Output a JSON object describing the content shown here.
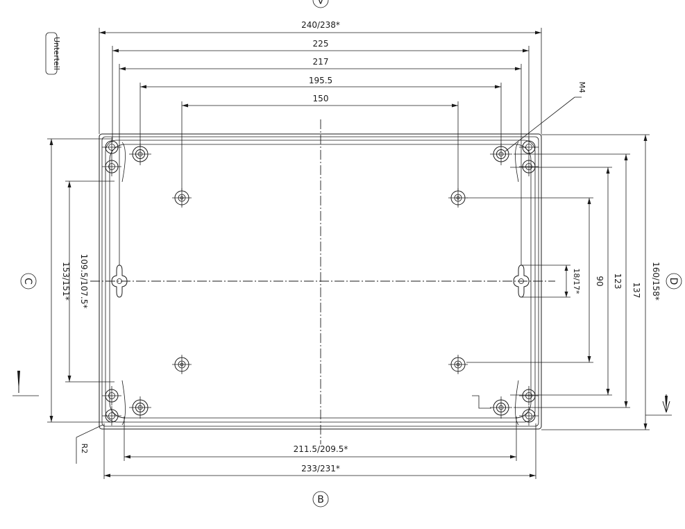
{
  "title_label": "Unterteil",
  "thread_label": "M4",
  "radius_label": "R2",
  "view_markers": {
    "top": "A",
    "bottom": "B",
    "left": "C",
    "right": "D"
  },
  "dimensions": {
    "overall_width": "240/238*",
    "width_225": "225",
    "width_217": "217",
    "width_195_5": "195.5",
    "width_150": "150",
    "bottom_inner": "211.5/209.5*",
    "bottom_outer": "233/231*",
    "left_outer": "153/151*",
    "left_inner": "109.5/107.5*",
    "right_90": "90",
    "right_123": "123",
    "right_137": "137",
    "right_outer": "160/158*",
    "slot": "18/17*"
  }
}
